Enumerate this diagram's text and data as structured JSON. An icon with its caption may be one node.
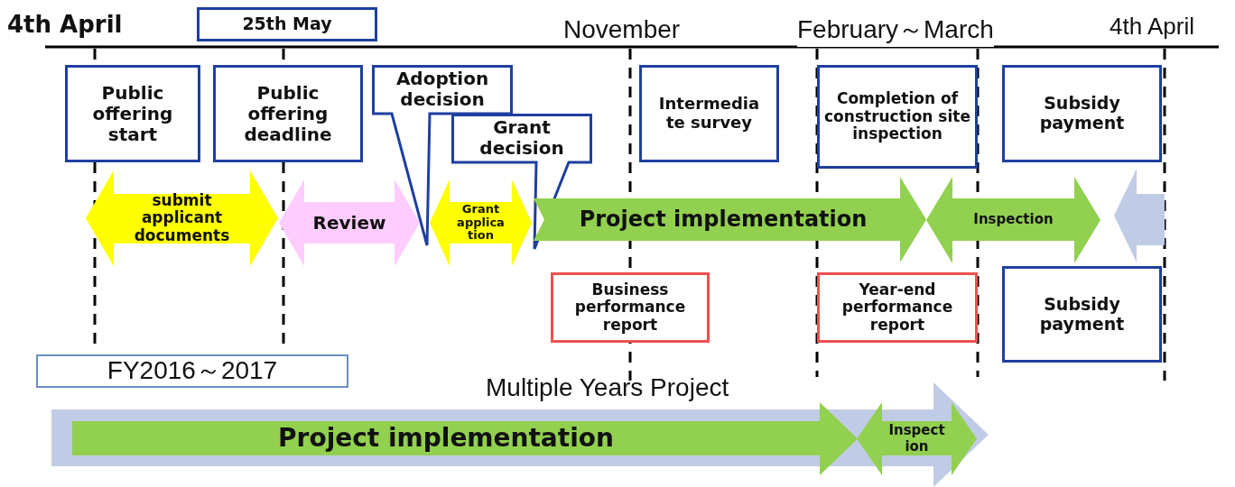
{
  "diagram": {
    "nodes": [
      {
        "text": [
          "25th May"
        ]
      },
      {
        "text": [
          "Public offering start"
        ]
      },
      {
        "text": [
          "Public offering deadline"
        ]
      },
      {
        "text": [
          "Adoption decision"
        ]
      },
      {
        "text": [
          "Grant decision"
        ]
      },
      {
        "text": [
          "Intermedia te survey"
        ]
      },
      {
        "text": [
          "Completion of construction site inspection"
        ]
      },
      {
        "text": [
          "Subsidy payment"
        ]
      },
      {
        "text": [
          "submit applicant documents"
        ]
      },
      {
        "text": [
          "Review"
        ]
      },
      {
        "text": [
          "Grant applica tion"
        ]
      },
      {
        "text": [
          "Project implementation"
        ]
      },
      {
        "text": [
          "Inspection"
        ]
      },
      {
        "text": [],
        "shape": "arrow"
      },
      {
        "text": [
          "Business performance report"
        ]
      },
      {
        "text": [
          "Year-end performance report"
        ]
      },
      {
        "text": [
          "Subsidy payment"
        ]
      },
      {
        "text": [
          "FY2016～2017"
        ]
      },
      {
        "text": [],
        "shape": "arrow"
      },
      {
        "text": [
          "Project implementation"
        ],
        "in": 18
      },
      {
        "text": [
          "Inspect ion"
        ],
        "in": 18
      }
    ],
    "labels": [
      "4th April",
      "November",
      "February～March",
      "4th April",
      "Multiple Years Project"
    ]
  }
}
